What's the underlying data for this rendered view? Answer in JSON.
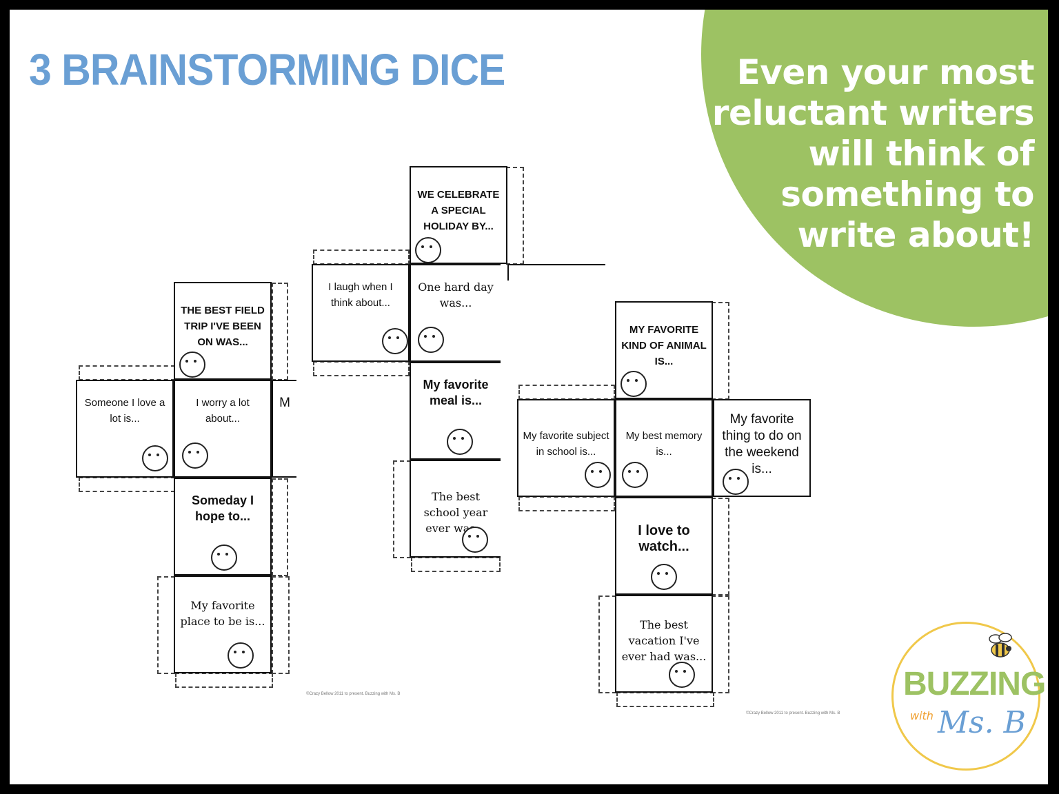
{
  "title": "3 BRAINSTORMING DICE",
  "tagline": [
    "Even your most",
    "reluctant writers",
    "will think of",
    "something to",
    "write about!"
  ],
  "die1": {
    "top": "THE BEST FIELD TRIP I'VE BEEN ON WAS...",
    "left": "Someone I love a lot is...",
    "center": "I worry a lot about...",
    "right_partial": "M",
    "below": "Someday I hope to...",
    "bottom": "My favorite place to be is..."
  },
  "die2": {
    "top": "WE CELEBRATE A SPECIAL HOLIDAY BY...",
    "left": "I laugh when I think about...",
    "center": "One hard day was...",
    "below": "My favorite meal is...",
    "bottom": "The best school year ever was..."
  },
  "die3": {
    "top": "MY FAVORITE KIND OF ANIMAL IS...",
    "left": "My favorite subject in school is...",
    "center": "My best memory is...",
    "right": "My favorite thing to do on the weekend is...",
    "below": "I love to watch...",
    "bottom": "The best vacation I've ever had was..."
  },
  "copyright": "©Crazy Bellow 2011 to present. Buzzing with Ms. B",
  "logo": {
    "main": "BUZZING",
    "with": "with",
    "name": "Ms. B"
  },
  "colors": {
    "title": "#6a9fd4",
    "circle": "#9dc263",
    "logo_ring": "#f0c84a"
  }
}
